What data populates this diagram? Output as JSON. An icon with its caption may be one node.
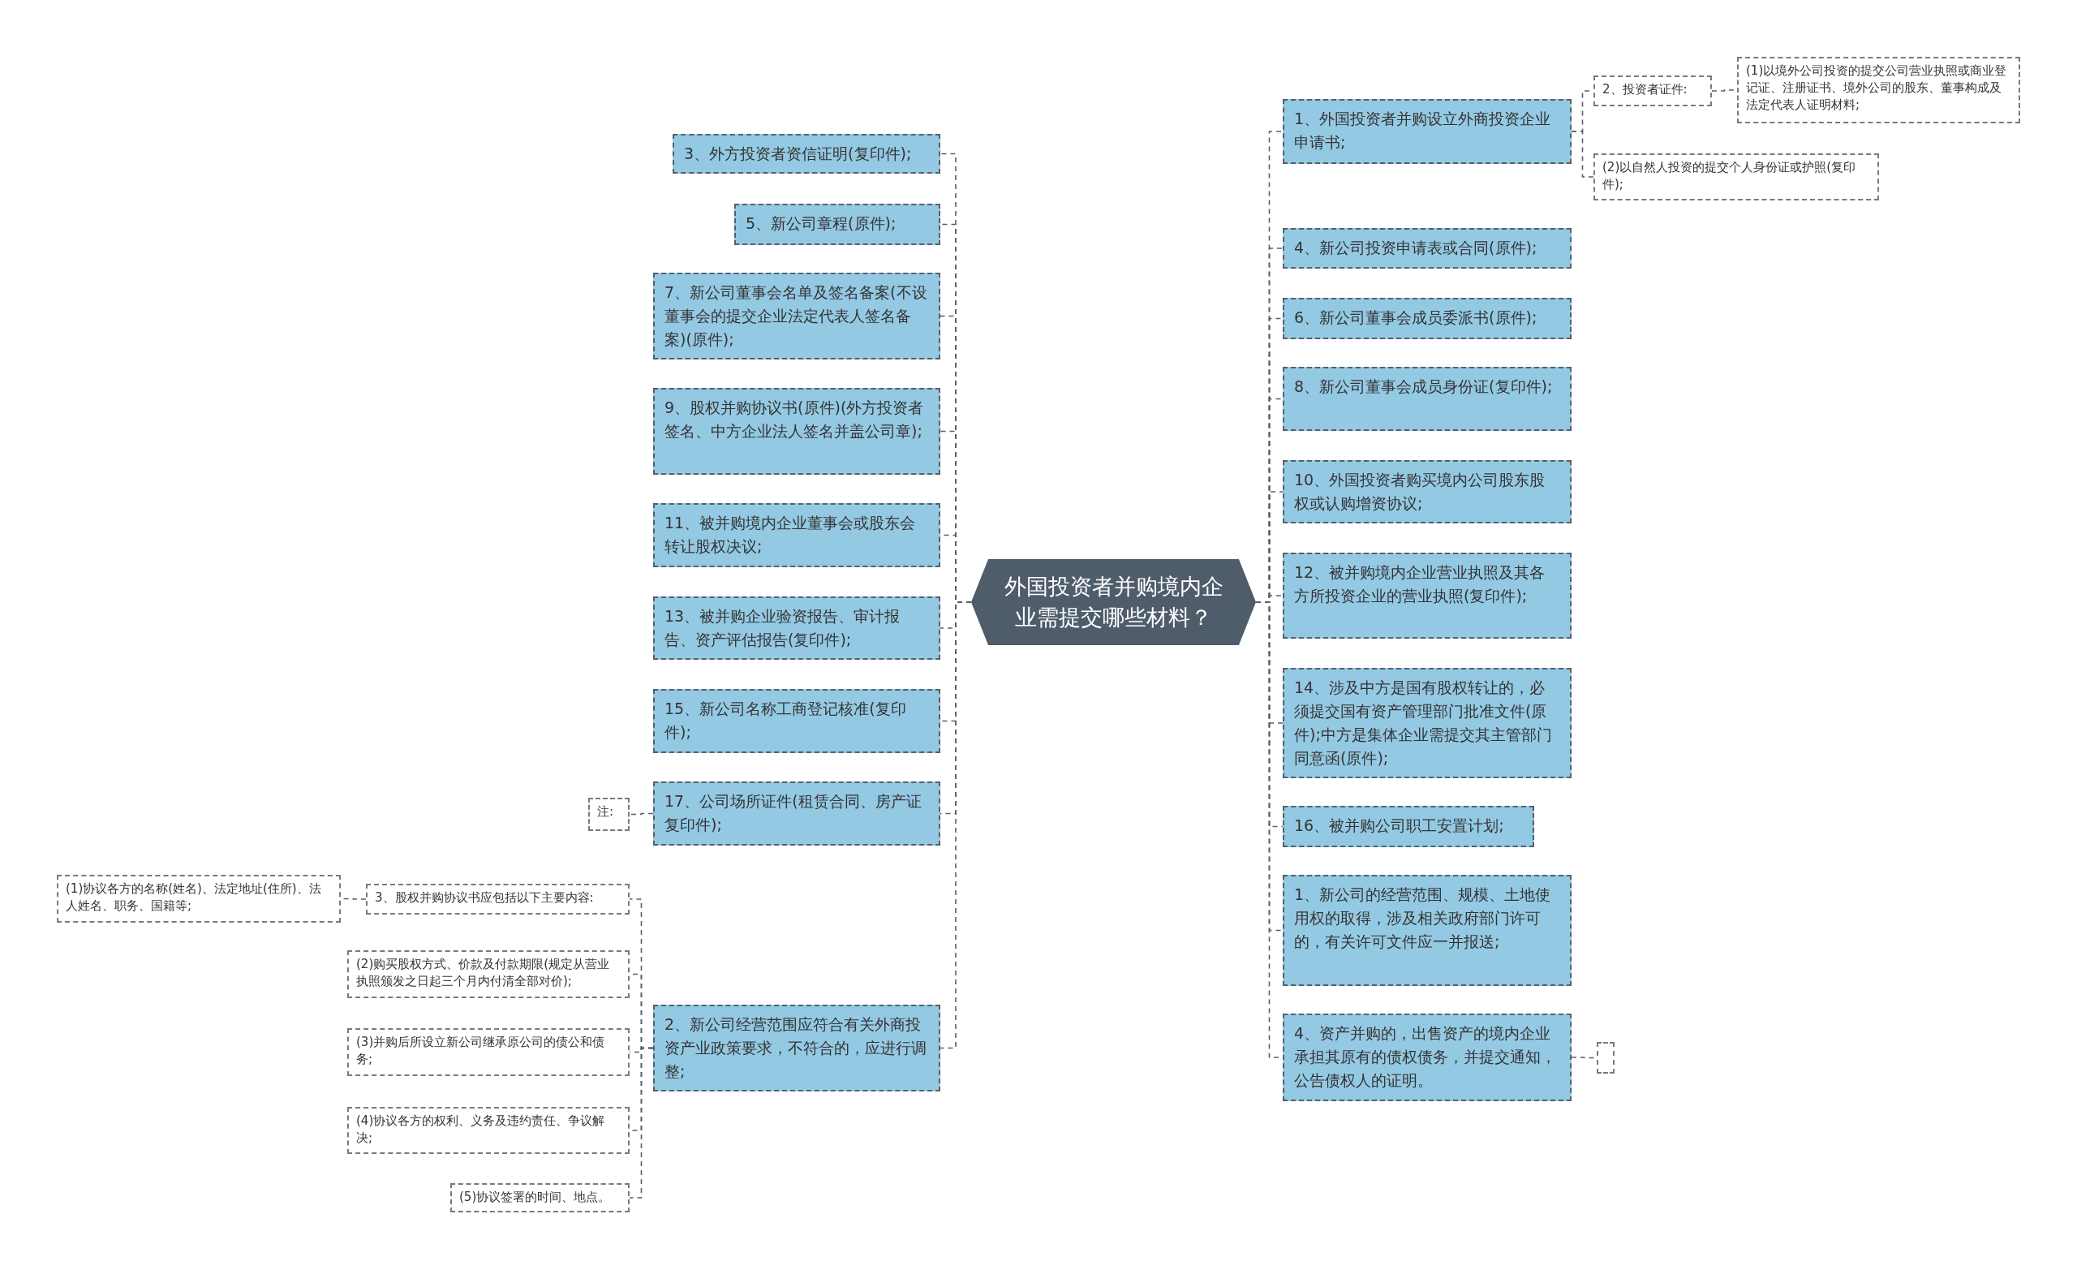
{
  "diagram": {
    "nodes": [
      {
        "text": [
          "外国投资者并购境内企业需提交哪些材料？"
        ]
      },
      {
        "text": [
          "3、外方投资者资信证明(复印件);"
        ]
      },
      {
        "text": [
          "5、新公司章程(原件);"
        ]
      },
      {
        "text": [
          "7、新公司董事会名单及签名备案(不设董事会的提交企业法定代表人签名备案)(原件);"
        ]
      },
      {
        "text": [
          "9、股权并购协议书(原件)(外方投资者签名、中方企业法人签名并盖公司章);"
        ]
      },
      {
        "text": [
          "11、被并购境内企业董事会或股东会转让股权决议;"
        ]
      },
      {
        "text": [
          "13、被并购企业验资报告、审计报告、资产评估报告(复印件);"
        ]
      },
      {
        "text": [
          "15、新公司名称工商登记核准(复印件);"
        ]
      },
      {
        "text": [
          "17、公司场所证件(租赁合同、房产证复印件);"
        ]
      },
      {
        "text": [
          "注:"
        ]
      },
      {
        "text": [
          "2、新公司经营范围应符合有关外商投资产业政策要求，不符合的，应进行调整;"
        ]
      },
      {
        "text": [
          "3、股权并购协议书应包括以下主要内容:"
        ]
      },
      {
        "text": [
          "(1)协议各方的名称(姓名)、法定地址(住所)、法人姓名、职务、国籍等;"
        ]
      },
      {
        "text": [
          "(2)购买股权方式、价款及付款期限(规定从营业执照颁发之日起三个月内付清全部对价);"
        ]
      },
      {
        "text": [
          "(3)并购后所设立新公司继承原公司的债公和债务;"
        ]
      },
      {
        "text": [
          "(4)协议各方的权利、义务及违约责任、争议解决;"
        ]
      },
      {
        "text": [
          "(5)协议签署的时间、地点。"
        ]
      },
      {
        "text": [
          "1、外国投资者并购设立外商投资企业申请书;"
        ]
      },
      {
        "text": [
          "2、投资者证件:"
        ]
      },
      {
        "text": [
          "(1)以境外公司投资的提交公司营业执照或商业登记证、注册证书、境外公司的股东、董事构成及法定代表人证明材料;"
        ]
      },
      {
        "text": [
          "(2)以自然人投资的提交个人身份证或护照(复印件);"
        ]
      },
      {
        "text": [
          "4、新公司投资申请表或合同(原件);"
        ]
      },
      {
        "text": [
          "6、新公司董事会成员委派书(原件);"
        ]
      },
      {
        "text": [
          "8、新公司董事会成员身份证(复印件);"
        ]
      },
      {
        "text": [
          "10、外国投资者购买境内公司股东股权或认购增资协议;"
        ]
      },
      {
        "text": [
          "12、被并购境内企业营业执照及其各方所投资企业的营业执照(复印件);"
        ]
      },
      {
        "text": [
          "14、涉及中方是国有股权转让的，必须提交国有资产管理部门批准文件(原件);中方是集体企业需提交其主管部门同意函(原件);"
        ]
      },
      {
        "text": [
          "16、被并购公司职工安置计划;"
        ]
      },
      {
        "text": [
          "1、新公司的经营范围、规模、土地使用权的取得，涉及相关政府部门许可的，有关许可文件应一并报送;"
        ]
      },
      {
        "text": [
          "4、资产并购的，出售资产的境内企业承担其原有的债权债务，并提交通知，公告债权人的证明。"
        ]
      },
      {
        "text": [],
        "shape": "box"
      }
    ],
    "edges": [
      {
        "from": 0,
        "to": 1,
        "arrow": "none",
        "style": "dashed"
      },
      {
        "from": 0,
        "to": 2,
        "arrow": "none",
        "style": "dashed"
      },
      {
        "from": 0,
        "to": 3,
        "arrow": "none",
        "style": "dashed"
      },
      {
        "from": 0,
        "to": 4,
        "arrow": "none",
        "style": "dashed"
      },
      {
        "from": 0,
        "to": 5,
        "arrow": "none",
        "style": "dashed"
      },
      {
        "from": 0,
        "to": 6,
        "arrow": "none",
        "style": "dashed"
      },
      {
        "from": 0,
        "to": 7,
        "arrow": "none",
        "style": "dashed"
      },
      {
        "from": 0,
        "to": 8,
        "arrow": "none",
        "style": "dashed"
      },
      {
        "from": 8,
        "to": 9,
        "arrow": "none",
        "style": "dashed"
      },
      {
        "from": 0,
        "to": 10,
        "arrow": "none",
        "style": "dashed"
      },
      {
        "from": 10,
        "to": 11,
        "arrow": "none",
        "style": "dashed"
      },
      {
        "from": 11,
        "to": 12,
        "arrow": "none",
        "style": "dashed"
      },
      {
        "from": 10,
        "to": 13,
        "arrow": "none",
        "style": "dashed"
      },
      {
        "from": 10,
        "to": 14,
        "arrow": "none",
        "style": "dashed"
      },
      {
        "from": 10,
        "to": 15,
        "arrow": "none",
        "style": "dashed"
      },
      {
        "from": 10,
        "to": 16,
        "arrow": "none",
        "style": "dashed"
      },
      {
        "from": 0,
        "to": 17,
        "arrow": "none",
        "style": "dashed"
      },
      {
        "from": 17,
        "to": 18,
        "arrow": "none",
        "style": "dashed"
      },
      {
        "from": 18,
        "to": 19,
        "arrow": "none",
        "style": "dashed"
      },
      {
        "from": 17,
        "to": 20,
        "arrow": "none",
        "style": "dashed"
      },
      {
        "from": 0,
        "to": 21,
        "arrow": "none",
        "style": "dashed"
      },
      {
        "from": 0,
        "to": 22,
        "arrow": "none",
        "style": "dashed"
      },
      {
        "from": 0,
        "to": 23,
        "arrow": "none",
        "style": "dashed"
      },
      {
        "from": 0,
        "to": 24,
        "arrow": "none",
        "style": "dashed"
      },
      {
        "from": 0,
        "to": 25,
        "arrow": "none",
        "style": "dashed"
      },
      {
        "from": 0,
        "to": 26,
        "arrow": "none",
        "style": "dashed"
      },
      {
        "from": 0,
        "to": 27,
        "arrow": "none",
        "style": "dashed"
      },
      {
        "from": 0,
        "to": 28,
        "arrow": "none",
        "style": "dashed"
      },
      {
        "from": 0,
        "to": 29,
        "arrow": "none",
        "style": "dashed"
      },
      {
        "from": 29,
        "to": 30,
        "arrow": "none",
        "style": "dashed"
      }
    ]
  }
}
